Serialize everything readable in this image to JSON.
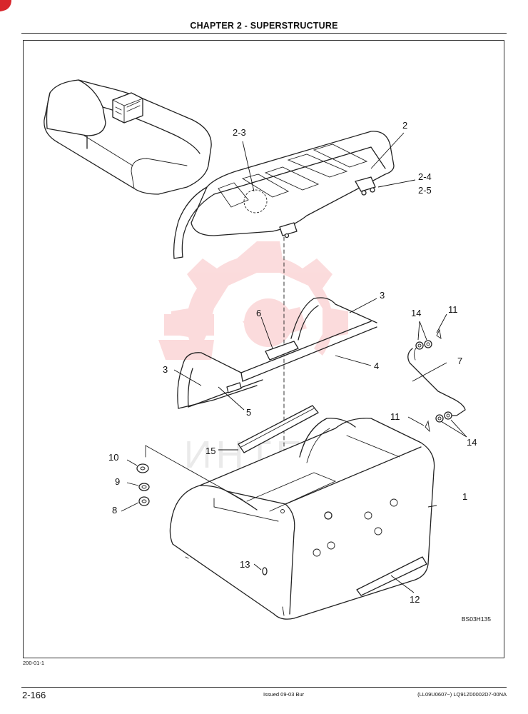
{
  "header": {
    "chapter_title": "CHAPTER 2 - SUPERSTRUCTURE"
  },
  "figure": {
    "figure_id": "BS03H135",
    "watermark_text": "ИНТЕК",
    "watermark_color": "#e8282b",
    "callouts": {
      "c1": "1",
      "c2": "2",
      "c2_3": "2-3",
      "c2_4": "2-4",
      "c2_5": "2-5",
      "c3a": "3",
      "c3b": "3",
      "c4": "4",
      "c5": "5",
      "c6": "6",
      "c7": "7",
      "c8": "8",
      "c9": "9",
      "c10": "10",
      "c11a": "11",
      "c11b": "11",
      "c12": "12",
      "c13": "13",
      "c14a": "14",
      "c14b": "14",
      "c15": "15"
    }
  },
  "footer": {
    "date_code": "200-01-1",
    "page_number": "2-166",
    "issue": "Issued 09-03   Bur",
    "doc_code": "(LL09U0607~)   LQ91Z00002D7-00NA"
  }
}
